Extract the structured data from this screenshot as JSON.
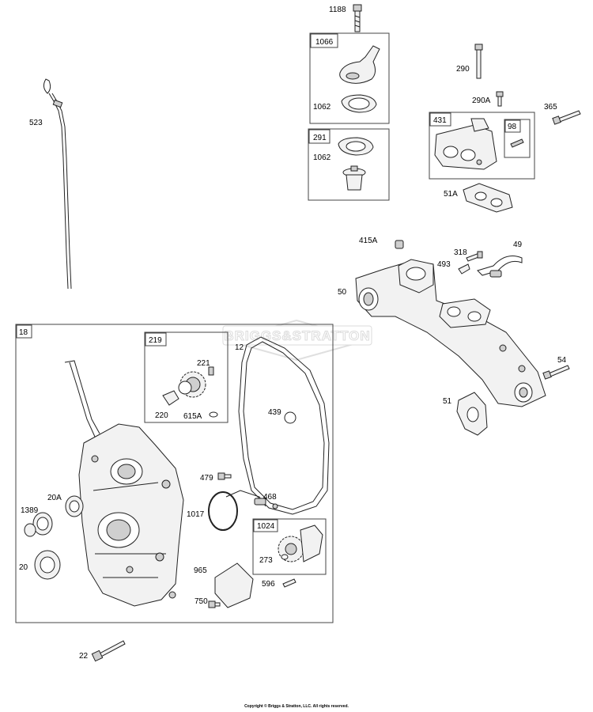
{
  "watermark": "BRIGGS&STRATTON",
  "copyright": "Copyright © Briggs & Stratton, LLC. All rights reserved.",
  "boxes": {
    "b18": "18",
    "b219": "219",
    "b1024": "1024",
    "b1066": "1066",
    "b291": "291",
    "b431": "431",
    "b98": "98"
  },
  "labels": {
    "l1188": "1188",
    "l1062a": "1062",
    "l1062b": "1062",
    "l290": "290",
    "l290A": "290A",
    "l365": "365",
    "l51A": "51A",
    "l523": "523",
    "l415A": "415A",
    "l318": "318",
    "l49": "49",
    "l493": "493",
    "l50": "50",
    "l54": "54",
    "l51": "51",
    "l12": "12",
    "l221": "221",
    "l220": "220",
    "l615A": "615A",
    "l439": "439",
    "l479": "479",
    "l468": "468",
    "l20A": "20A",
    "l1389": "1389",
    "l1017": "1017",
    "l20": "20",
    "l273": "273",
    "l965": "965",
    "l596": "596",
    "l750": "750",
    "l22": "22"
  }
}
